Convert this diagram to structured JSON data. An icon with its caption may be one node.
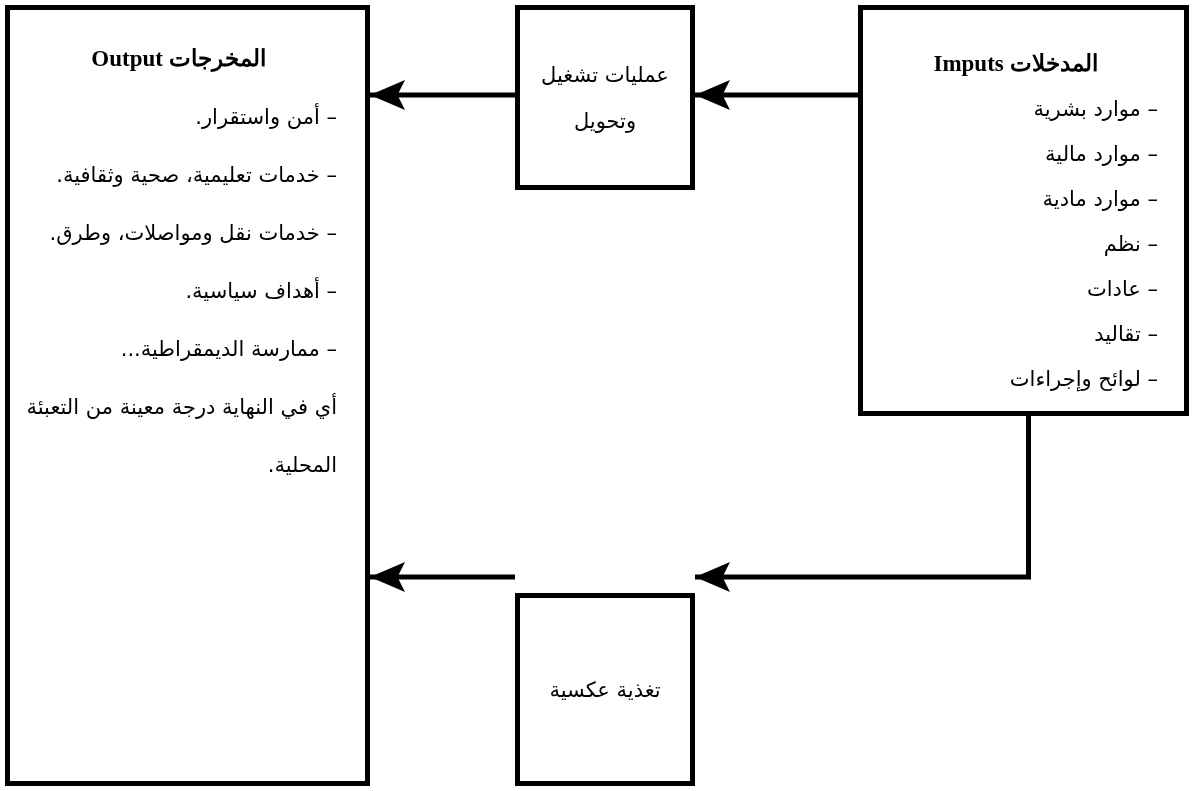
{
  "diagram": {
    "nodes": [
      {
        "text": [
          "المدخلات  Imputs",
          "– موارد بشرية",
          "– موارد مالية",
          "– موارد مادية",
          "– نظم",
          "– عادات",
          "– تقاليد",
          "– لوائح وإجراءات"
        ]
      },
      {
        "text": [
          "عمليات تشغيل وتحويل"
        ]
      },
      {
        "text": [
          "المخرجات  Output",
          "– أمن واستقرار.",
          "– خدمات تعليمية، صحية وثقافية.",
          "– خدمات نقل ومواصلات، وطرق.",
          "– أهداف سياسية.",
          "– ممارسة الديمقراطية...",
          "أي في النهاية درجة معينة من التعبئة المحلية."
        ]
      },
      {
        "text": [
          "تغذية عكسية"
        ]
      }
    ],
    "edges": [
      {
        "from": 0,
        "to": 1,
        "arrow": "to"
      },
      {
        "from": 1,
        "to": 2,
        "arrow": "to"
      },
      {
        "from": 0,
        "to": 3,
        "arrow": "to"
      },
      {
        "from": 3,
        "to": 2,
        "arrow": "to"
      }
    ]
  }
}
